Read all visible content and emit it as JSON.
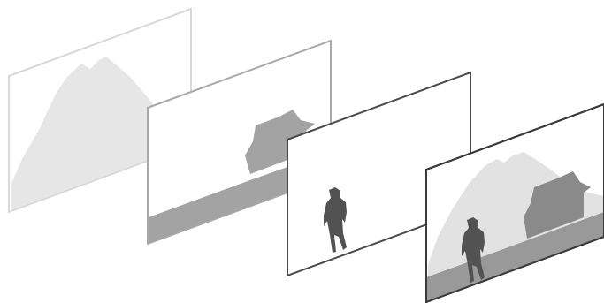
{
  "diagram": {
    "kind": "layer-composition",
    "layers": [
      {
        "id": "layer-1",
        "content": "mountain",
        "frame_color": "#dcdcdc",
        "fill_color": "#e6e6e6"
      },
      {
        "id": "layer-2",
        "content": "house-and-ground",
        "frame_color": "#a8a8a8",
        "fill_color": "#a3a3a3"
      },
      {
        "id": "layer-3",
        "content": "person",
        "frame_color": "#4a4a4a",
        "fill_color": "#525252"
      },
      {
        "id": "layer-4",
        "content": "composite",
        "frame_color": "#3a3a3a",
        "fill_color": "#8a8a8a"
      }
    ]
  }
}
